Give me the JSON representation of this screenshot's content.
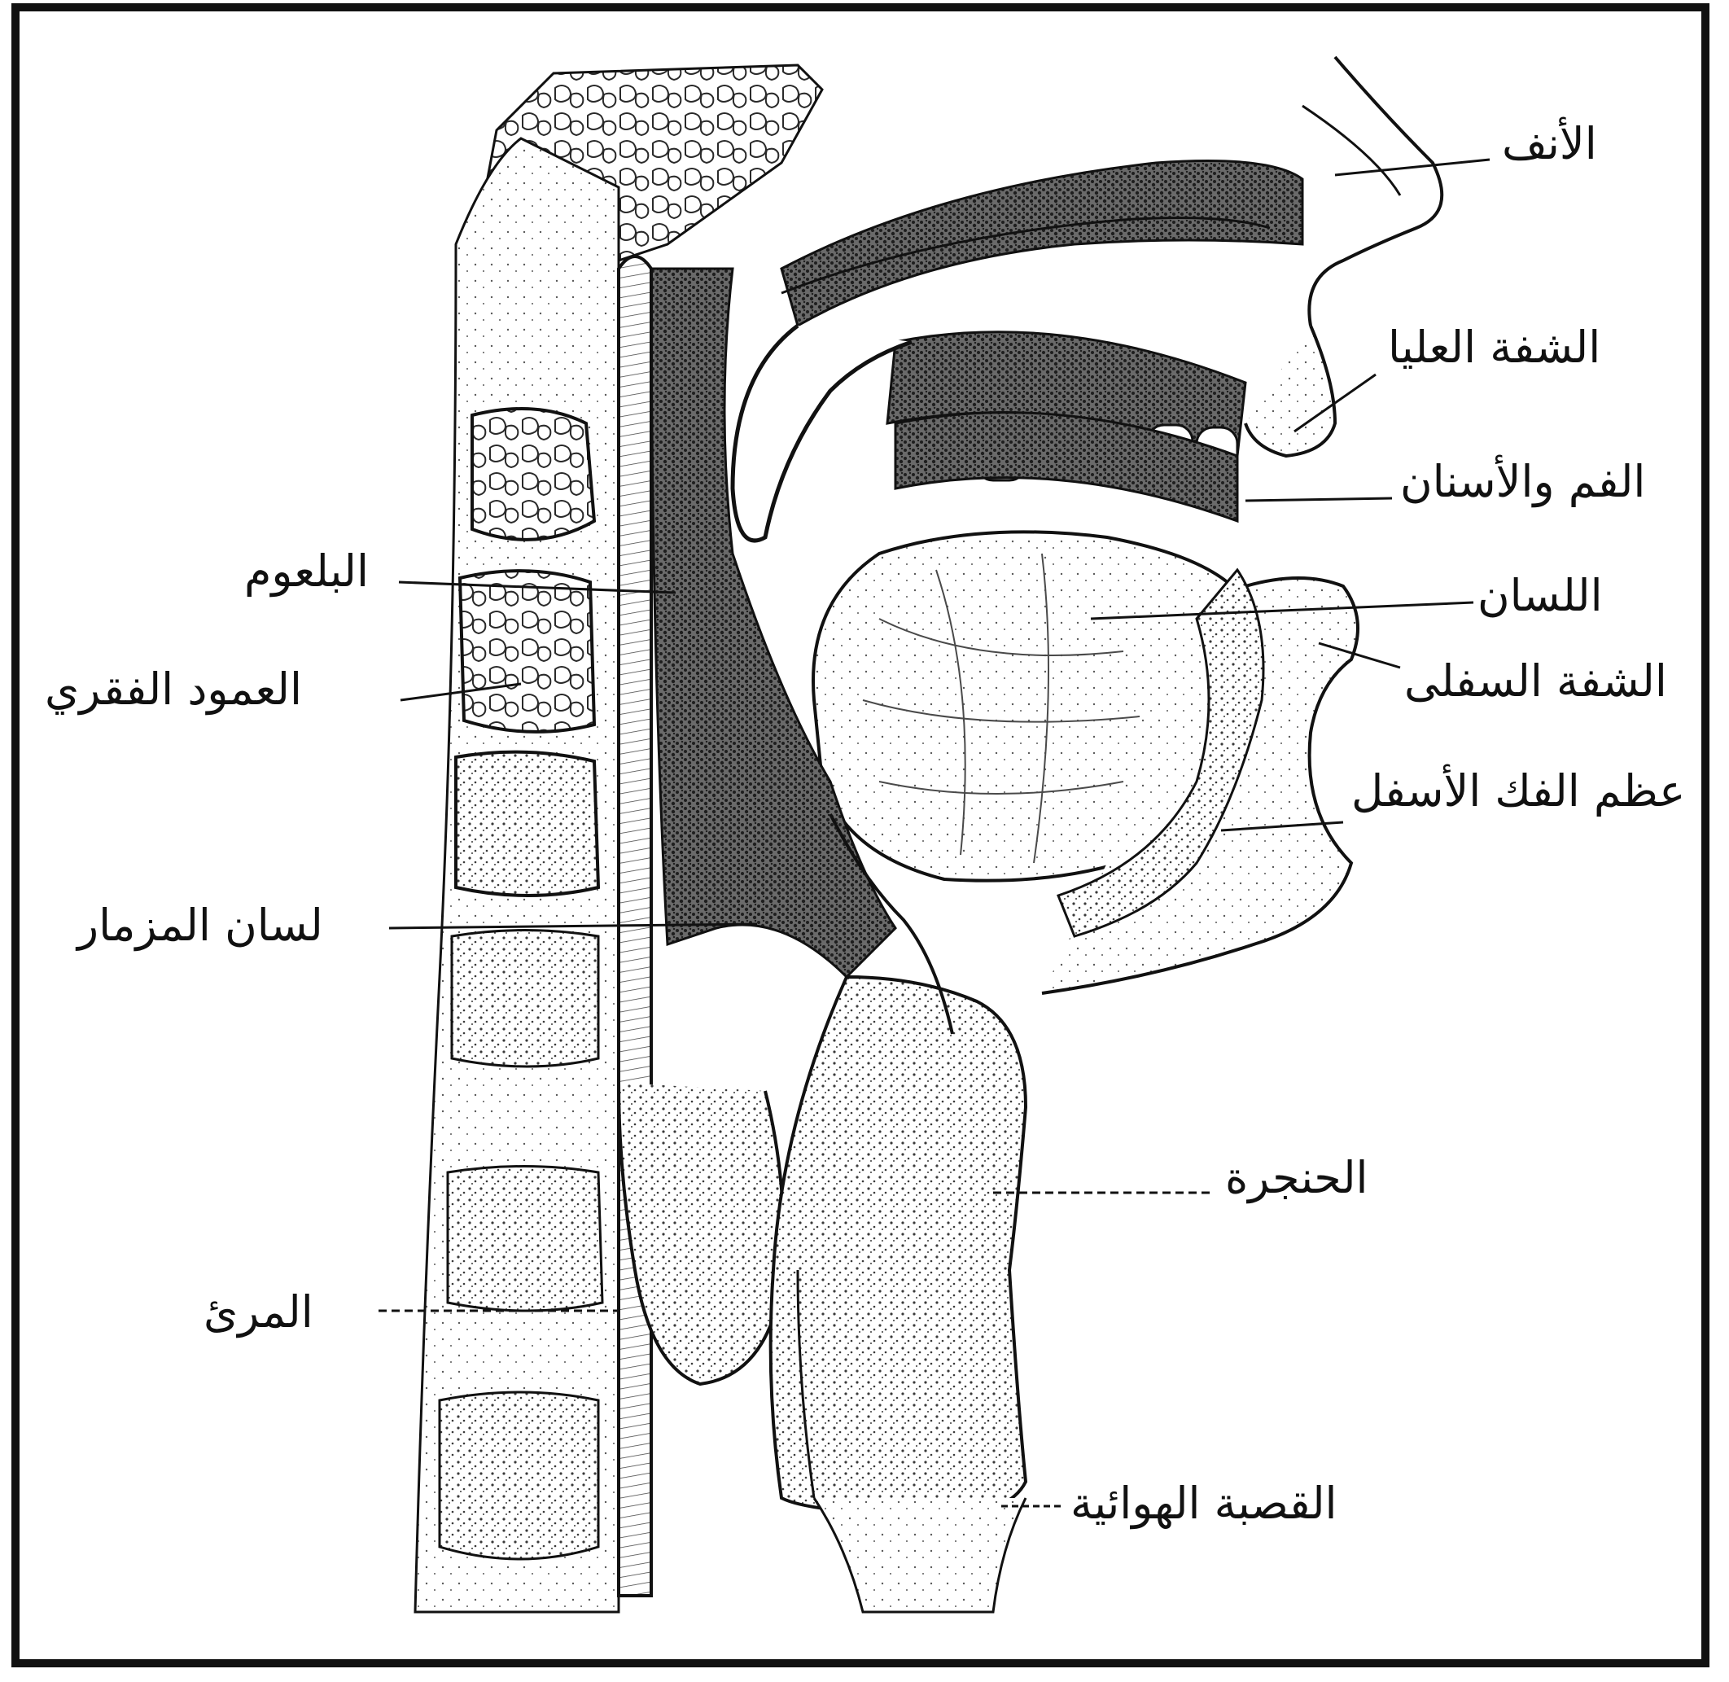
{
  "colors": {
    "ink": "#111111",
    "stipple": "#3a3a3a",
    "dense_tissue": "#2a2a2a",
    "paper": "#ffffff"
  },
  "labels": {
    "nose": "الأنف",
    "upper_lip": "الشفة العليا",
    "mouth_teeth": "الفم والأسنان",
    "tongue": "اللسان",
    "lower_lip": "الشفة السفلى",
    "mandible": "عظم الفك الأسفل",
    "pharynx": "البلعوم",
    "spine": "العمود الفقري",
    "epiglottis": "لسان المزمار",
    "larynx": "الحنجرة",
    "esophagus": "المرئ",
    "trachea": "القصبة الهوائية"
  }
}
